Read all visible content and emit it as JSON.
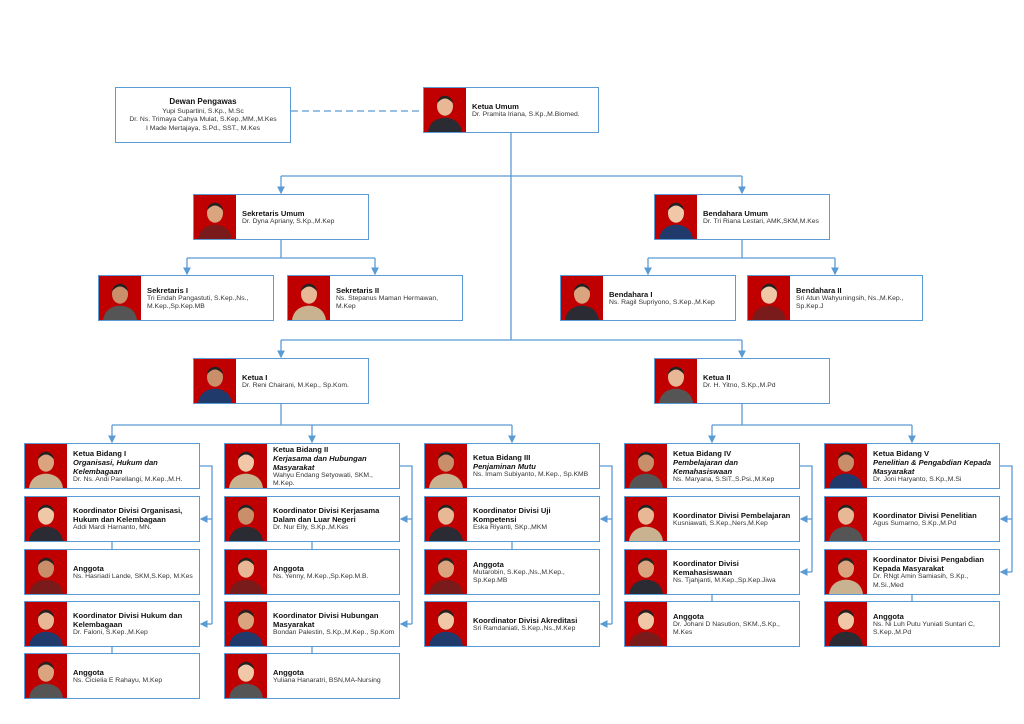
{
  "dewan_pengawas": {
    "role": "Dewan Pengawas",
    "members": [
      "Yupi Supartini, S.Kp., M.Sc",
      "Dr. Ns. Trimaya Cahya Mulat, S.Kep.,MM.,M.Kes",
      "I Made Mertajaya, S.Pd., SST., M.Kes"
    ]
  },
  "ketua_umum": {
    "role": "Ketua Umum",
    "name": "Dr. Pramita Iriana, S.Kp.,M.Biomed."
  },
  "sekretaris_umum": {
    "role": "Sekretaris Umum",
    "name": "Dr. Dyna Apriany, S.Kp.,M.Kep"
  },
  "sekretaris_1": {
    "role": "Sekretaris I",
    "name": "Tri Endah Pangastuti, S.Kep.,Ns., M.Kep.,Sp.Kep.MB"
  },
  "sekretaris_2": {
    "role": "Sekretaris II",
    "name": "Ns. Stepanus Maman Hermawan, M.Kep"
  },
  "bendahara_umum": {
    "role": "Bendahara Umum",
    "name": "Dr. Tri Riana Lestari, AMK,SKM,M.Kes"
  },
  "bendahara_1": {
    "role": "Bendahara I",
    "name": "Ns. Ragil Supriyono, S.Kep.,M.Kep"
  },
  "bendahara_2": {
    "role": "Bendahara II",
    "name": "Sri Atun Wahyuningsih, Ns.,M.Kep., Sp.Kep.J"
  },
  "ketua_1": {
    "role": "Ketua I",
    "name": "Dr. Reni Chairani, M.Kep., Sp.Kom."
  },
  "ketua_2": {
    "role": "Ketua II",
    "name": "Dr. H. Yitno, S.Kp.,M.Pd"
  },
  "bidang": [
    {
      "members": [
        {
          "role": "Ketua Bidang I",
          "subtitle": "Organisasi, Hukum dan Kelembagaan",
          "name": "Dr. Ns. Andi Parellangi, M.Kep.,M.H."
        },
        {
          "role": "Koordinator Divisi Organisasi, Hukum dan Kelembagaan",
          "name": "Addi Mardi Harnanto, MN."
        },
        {
          "role": "Anggota",
          "name": "Ns. Hasriadi Lande, SKM,S.Kep, M.Kes"
        },
        {
          "role": "Koordinator Divisi Hukum dan Kelembagaan",
          "name": "Dr. Faloni, S.Kep.,M.Kep"
        },
        {
          "role": "Anggota",
          "name": "Ns. Cicielia E Rahayu, M.Kep"
        }
      ]
    },
    {
      "members": [
        {
          "role": "Ketua Bidang II",
          "subtitle": "Kerjasama dan Hubungan Masyarakat",
          "name": "Wahyu Endang Setyowati, SKM., M.Kep."
        },
        {
          "role": "Koordinator Divisi Kerjasama Dalam dan Luar Negeri",
          "name": "Dr. Nur Elly, S.Kp.,M.Kes"
        },
        {
          "role": "Anggota",
          "name": "Ns. Yenny, M.Kep.,Sp.Kep.M.B."
        },
        {
          "role": "Koordinator Divisi Hubungan Masyarakat",
          "name": "Bondan Palestin, S.Kp.,M.Kep., Sp.Kom"
        },
        {
          "role": "Anggota",
          "name": "Yuliana Hanaratri, BSN,MA-Nursing"
        }
      ]
    },
    {
      "members": [
        {
          "role": "Ketua Bidang III",
          "subtitle": "Penjaminan Mutu",
          "name": "Ns. Imam Subiyanto, M.Kep., Sp.KMB"
        },
        {
          "role": "Koordinator Divisi Uji Kompetensi",
          "name": "Eska Riyanti, SKp.,MKM"
        },
        {
          "role": "Anggota",
          "name": "Mutarobin, S.Kep.,Ns.,M.Kep., Sp.Kep.MB"
        },
        {
          "role": "Koordinator Divisi Akreditasi",
          "name": "Sri Ramdaniati, S.Kep.,Ns.,M.Kep"
        }
      ]
    },
    {
      "members": [
        {
          "role": "Ketua Bidang IV",
          "subtitle": "Pembelajaran dan Kemahasiswaan",
          "name": "Ns. Maryana, S.SiT.,S.Psi.,M.Kep"
        },
        {
          "role": "Koordinator Divisi Pembelajaran",
          "name": "Kusniawati, S.Kep.,Ners,M.Kep"
        },
        {
          "role": "Koordinator Divisi Kemahasiswaan",
          "name": "Ns. Tjahjanti, M.Kep.,Sp.Kep.Jiwa"
        },
        {
          "role": "Anggota",
          "name": "Dr. Johani D Nasution, SKM.,S.Kp., M.Kes"
        }
      ]
    },
    {
      "members": [
        {
          "role": "Ketua Bidang V",
          "subtitle": "Penelitian & Pengabdian Kepada Masyarakat",
          "name": "Dr. Joni Haryanto, S.Kp.,M.Si"
        },
        {
          "role": "Koordinator Divisi Penelitian",
          "name": "Agus Sumarno, S.Kp.,M.Pd"
        },
        {
          "role": "Koordinator Divisi Pengabdian Kepada Masyarakat",
          "name": "Dr. RNgt Amin Samiasih, S.Kp., M.Si.,Med"
        },
        {
          "role": "Anggota",
          "name": "Ns. Ni Luh Putu Yuniati Suntari C, S.Kep.,M.Pd"
        }
      ]
    }
  ],
  "colors": {
    "line": "#5b9bd5",
    "photo_bg": "#c00000"
  }
}
